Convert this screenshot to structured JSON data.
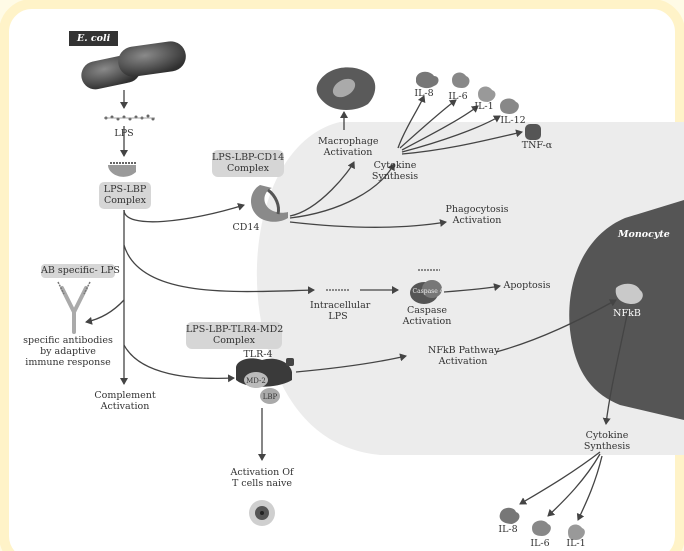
{
  "colors": {
    "frame": "#fff3c8",
    "cell": "#ececec",
    "monocyte": "#555555",
    "arrow": "#444444",
    "tag": "#d6d6d6"
  },
  "labels": {
    "ecoli": "E. coli",
    "lps": "LPS",
    "lps_lbp": "LPS-LBP\nComplex",
    "lps_lbp_cd14": "LPS-LBP-CD14\nComplex",
    "cd14": "CD14",
    "macrophage": "Macrophage\nActivation",
    "cytokine_synthesis_top": "Cytokine\nSynthesis",
    "il8_top": "IL-8",
    "il6_top": "IL-6",
    "il1_top": "IL-1",
    "il12_top": "IL-12",
    "tnf": "TNF-α",
    "phagocytosis": "Phagocytosis\nActivation",
    "monocyte": "Monocyte",
    "ab_specific": "AB specific- LPS",
    "intracellular_lps": "Intracellular\nLPS",
    "caspase4": "Caspase 4",
    "caspase_activation": "Caspase\nActivation",
    "apoptosis": "Apoptosis",
    "specific_antibodies": "specific antibodies\nby adaptive\nimmune response",
    "lps_lbp_tlr4": "LPS-LBP-TLR4-MD2\nComplex",
    "tlr4": "TLR-4",
    "md2": "MD-2",
    "lbp": "LBP",
    "nfkb_pathway": "NFkB Pathway\nActivation",
    "nfkb": "NFkB",
    "complement": "Complement\nActivation",
    "tcells": "Activation Of\nT cells naive",
    "cytokine_synthesis_bottom": "Cytokine\nSynthesis",
    "il8_bottom": "IL-8",
    "il6_bottom": "IL-6",
    "il1_bottom": "IL-1"
  }
}
